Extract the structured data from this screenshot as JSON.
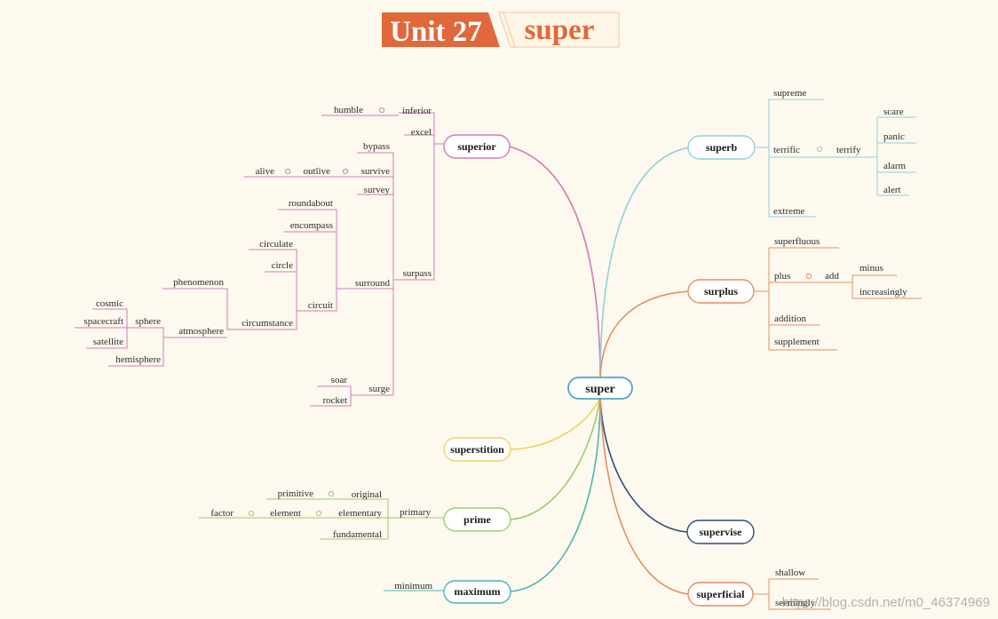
{
  "title": {
    "unit": "Unit 27",
    "word": "super"
  },
  "root": "super",
  "branches": {
    "superior": {
      "label": "superior",
      "inferior": "inferior",
      "humble": "humble",
      "excel": "excel",
      "surpass": "surpass",
      "bypass": "bypass",
      "survive": "survive",
      "outlive": "outlive",
      "alive": "alive",
      "survey": "survey",
      "surround": "surround",
      "roundabout": "roundabout",
      "encompass": "encompass",
      "circuit": "circuit",
      "circulate": "circulate",
      "circle": "circle",
      "circumstance": "circumstance",
      "phenomenon": "phenomenon",
      "atmosphere": "atmosphere",
      "sphere": "sphere",
      "cosmic": "cosmic",
      "spacecraft": "spacecraft",
      "satellite": "satellite",
      "hemisphere": "hemisphere",
      "surge": "surge",
      "soar": "soar",
      "rocket": "rocket"
    },
    "superstition": {
      "label": "superstition"
    },
    "prime": {
      "label": "prime",
      "primary": "primary",
      "original": "original",
      "primitive": "primitive",
      "elementary": "elementary",
      "element": "element",
      "factor": "factor",
      "fundamental": "fundamental"
    },
    "maximum": {
      "label": "maximum",
      "minimum": "minimum"
    },
    "superb": {
      "label": "superb",
      "supreme": "supreme",
      "terrific": "terrific",
      "terrify": "terrify",
      "scare": "scare",
      "panic": "panic",
      "alarm": "alarm",
      "alert": "alert",
      "extreme": "extreme"
    },
    "surplus": {
      "label": "surplus",
      "superfluous": "superfluous",
      "plus": "plus",
      "add": "add",
      "minus": "minus",
      "increasingly": "increasingly",
      "addition": "addition",
      "supplement": "supplement"
    },
    "supervise": {
      "label": "supervise"
    },
    "superficial": {
      "label": "superficial",
      "shallow": "shallow",
      "seemingly": "seemingly"
    }
  },
  "watermark": "https://blog.csdn.net/m0_46374969",
  "colors": {
    "background": "#fdf9ef",
    "title_accent": "#e0683a",
    "superior": "#d47ab8",
    "superb": "#8fd0de",
    "surplus": "#e58e60",
    "prime": "#9ccd6c",
    "maximum": "#4cb6b2",
    "superstition": "#edd35c",
    "supervise": "#2e4a7a",
    "superficial": "#e58e60"
  }
}
